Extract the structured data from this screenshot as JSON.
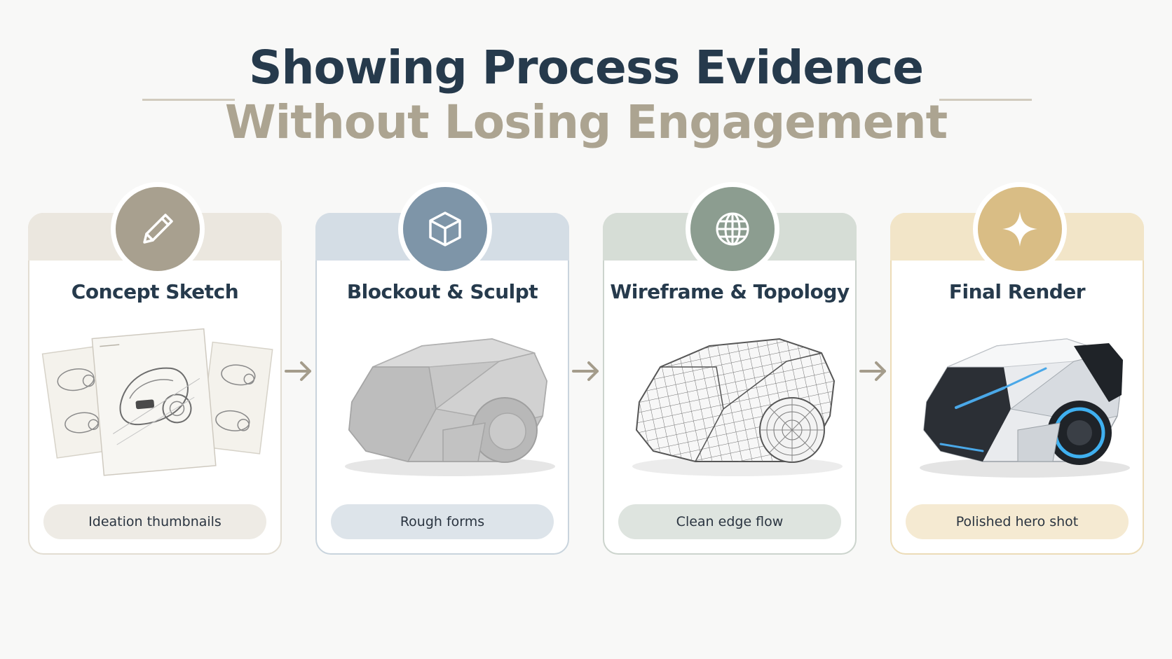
{
  "title": {
    "line1": "Showing Process Evidence",
    "line2": "Without Losing Engagement"
  },
  "colors": {
    "title_dark": "#263a4c",
    "title_muted": "#aca491",
    "arrow": "#a49c8b"
  },
  "steps": [
    {
      "title": "Concept Sketch",
      "caption": "Ideation thumbnails",
      "icon": "pencil-icon",
      "accent": "#a8a08f",
      "band": "#ebe7df",
      "border": "#e2ddd2",
      "pill": "#eeebe5"
    },
    {
      "title": "Blockout & Sculpt",
      "caption": "Rough forms",
      "icon": "cube-icon",
      "accent": "#7e95a8",
      "band": "#d4dde5",
      "border": "#c9d4dd",
      "pill": "#dde4ea"
    },
    {
      "title": "Wireframe & Topology",
      "caption": "Clean edge flow",
      "icon": "globe-icon",
      "accent": "#8c9d90",
      "band": "#d6ddd6",
      "border": "#ccd4cd",
      "pill": "#dee4df"
    },
    {
      "title": "Final Render",
      "caption": "Polished hero shot",
      "icon": "sparkle-icon",
      "accent": "#d9bd85",
      "band": "#f2e5c8",
      "border": "#ecdcb7",
      "pill": "#f5ead2"
    }
  ]
}
